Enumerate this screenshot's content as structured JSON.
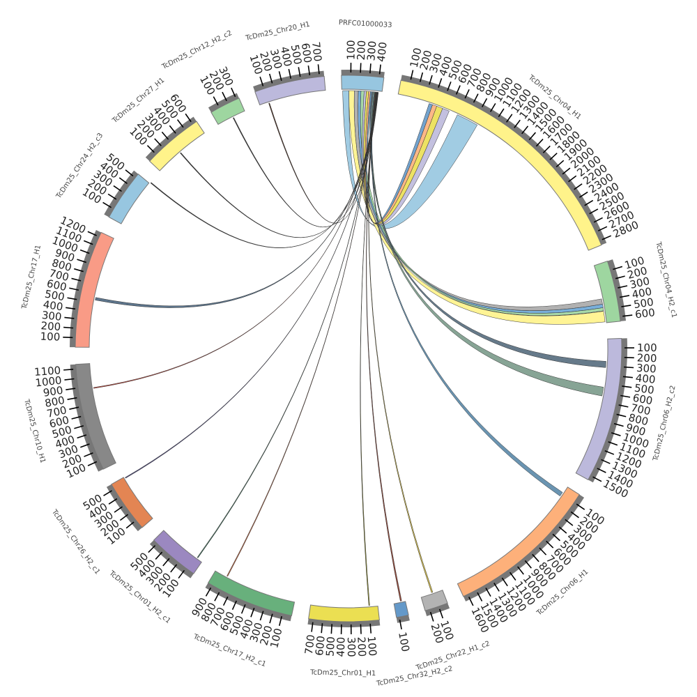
{
  "diagram": {
    "type": "circos-chord",
    "tick_interval": 100,
    "segments": [
      {
        "name": "PRFC01000033",
        "length": 450,
        "color": "#97c6e0"
      },
      {
        "name": "TcDm25_Chr04_H1",
        "length": 2850,
        "color": "#fff38a"
      },
      {
        "name": "TcDm25_Chr04_H2_c1",
        "length": 650,
        "color": "#9ed6a0"
      },
      {
        "name": "TcDm25_Chr06_H2_c2",
        "length": 1550,
        "color": "#bcb9dc"
      },
      {
        "name": "TcDm25_Chr06_H1",
        "length": 1650,
        "color": "#fdb07a"
      },
      {
        "name": "TcDm25_Chr22_H1_c2",
        "length": 250,
        "color": "#b3b3b3"
      },
      {
        "name": "TcDm25_Chr32_H2_c2",
        "length": 130,
        "color": "#6499c9"
      },
      {
        "name": "TcDm25_Chr01_H1",
        "length": 750,
        "color": "#ebdf52"
      },
      {
        "name": "TcDm25_Chr17_H2_c1",
        "length": 950,
        "color": "#68b07c"
      },
      {
        "name": "TcDm25_Chr01_H2_c1",
        "length": 550,
        "color": "#9b88c0"
      },
      {
        "name": "TcDm25_Chr26_H2_c1",
        "length": 560,
        "color": "#e38553"
      },
      {
        "name": "TcDm25_Chr10_H1",
        "length": 1150,
        "color": "#888888"
      },
      {
        "name": "TcDm25_Chr17_H1",
        "length": 1250,
        "color": "#f99b86"
      },
      {
        "name": "TcDm25_Chr24_H2_c3",
        "length": 550,
        "color": "#97c6e0"
      },
      {
        "name": "TcDm25_Chr27_H1",
        "length": 650,
        "color": "#fff38a"
      },
      {
        "name": "TcDm25_Chr12_H2_c2",
        "length": 330,
        "color": "#9ed6a0"
      },
      {
        "name": "TcDm25_Chr20_H1",
        "length": 750,
        "color": "#bcb9dc"
      }
    ],
    "links": [
      {
        "from": [
          0,
          10,
          80
        ],
        "to": [
          1,
          700,
          950
        ],
        "color": "#97c6e0"
      },
      {
        "from": [
          0,
          80,
          140
        ],
        "to": [
          2,
          520,
          640
        ],
        "color": "#fff38a"
      },
      {
        "from": [
          0,
          140,
          185
        ],
        "to": [
          2,
          380,
          440
        ],
        "color": "#a9a9a9"
      },
      {
        "from": [
          0,
          185,
          215
        ],
        "to": [
          2,
          440,
          480
        ],
        "color": "#6aa6d6"
      },
      {
        "from": [
          0,
          215,
          250
        ],
        "to": [
          2,
          480,
          515
        ],
        "color": "#9ed6a0"
      },
      {
        "from": [
          0,
          250,
          275
        ],
        "to": [
          1,
          520,
          600
        ],
        "color": "#bcb9dc"
      },
      {
        "from": [
          0,
          275,
          300
        ],
        "to": [
          1,
          450,
          520
        ],
        "color": "#ebdf52"
      },
      {
        "from": [
          0,
          300,
          320
        ],
        "to": [
          1,
          400,
          450
        ],
        "color": "#fdb07a"
      },
      {
        "from": [
          0,
          320,
          335
        ],
        "to": [
          1,
          360,
          400
        ],
        "color": "#6499c9"
      },
      {
        "from": [
          0,
          335,
          350
        ],
        "to": [
          3,
          250,
          320
        ],
        "color": "#556b7d"
      },
      {
        "from": [
          0,
          350,
          362
        ],
        "to": [
          3,
          540,
          640
        ],
        "color": "#7a9a8a"
      },
      {
        "from": [
          0,
          362,
          370
        ],
        "to": [
          4,
          80,
          130
        ],
        "color": "#5a88a8"
      },
      {
        "from": [
          0,
          370,
          375
        ],
        "to": [
          5,
          110,
          125
        ],
        "color": "#c9b240"
      },
      {
        "from": [
          0,
          375,
          380
        ],
        "to": [
          6,
          40,
          55
        ],
        "color": "#8b3a2a"
      },
      {
        "from": [
          0,
          380,
          383
        ],
        "to": [
          7,
          90,
          100
        ],
        "color": "#8a8a20"
      },
      {
        "from": [
          0,
          383,
          386
        ],
        "to": [
          8,
          800,
          810
        ],
        "color": "#b5552c"
      },
      {
        "from": [
          0,
          386,
          389
        ],
        "to": [
          9,
          60,
          70
        ],
        "color": "#2f5d4a"
      },
      {
        "from": [
          0,
          389,
          392
        ],
        "to": [
          10,
          540,
          550
        ],
        "color": "#3e3a70"
      },
      {
        "from": [
          0,
          392,
          395
        ],
        "to": [
          11,
          870,
          880
        ],
        "color": "#c0392b"
      },
      {
        "from": [
          0,
          395,
          398
        ],
        "to": [
          12,
          530,
          560
        ],
        "color": "#4b6680"
      },
      {
        "from": [
          0,
          398,
          401
        ],
        "to": [
          13,
          560,
          570
        ],
        "color": "#222222"
      },
      {
        "from": [
          0,
          401,
          404
        ],
        "to": [
          14,
          300,
          310
        ],
        "color": "#222222"
      },
      {
        "from": [
          0,
          404,
          407
        ],
        "to": [
          15,
          180,
          190
        ],
        "color": "#222222"
      },
      {
        "from": [
          0,
          407,
          410
        ],
        "to": [
          16,
          100,
          110
        ],
        "color": "#3b1d10"
      }
    ]
  }
}
